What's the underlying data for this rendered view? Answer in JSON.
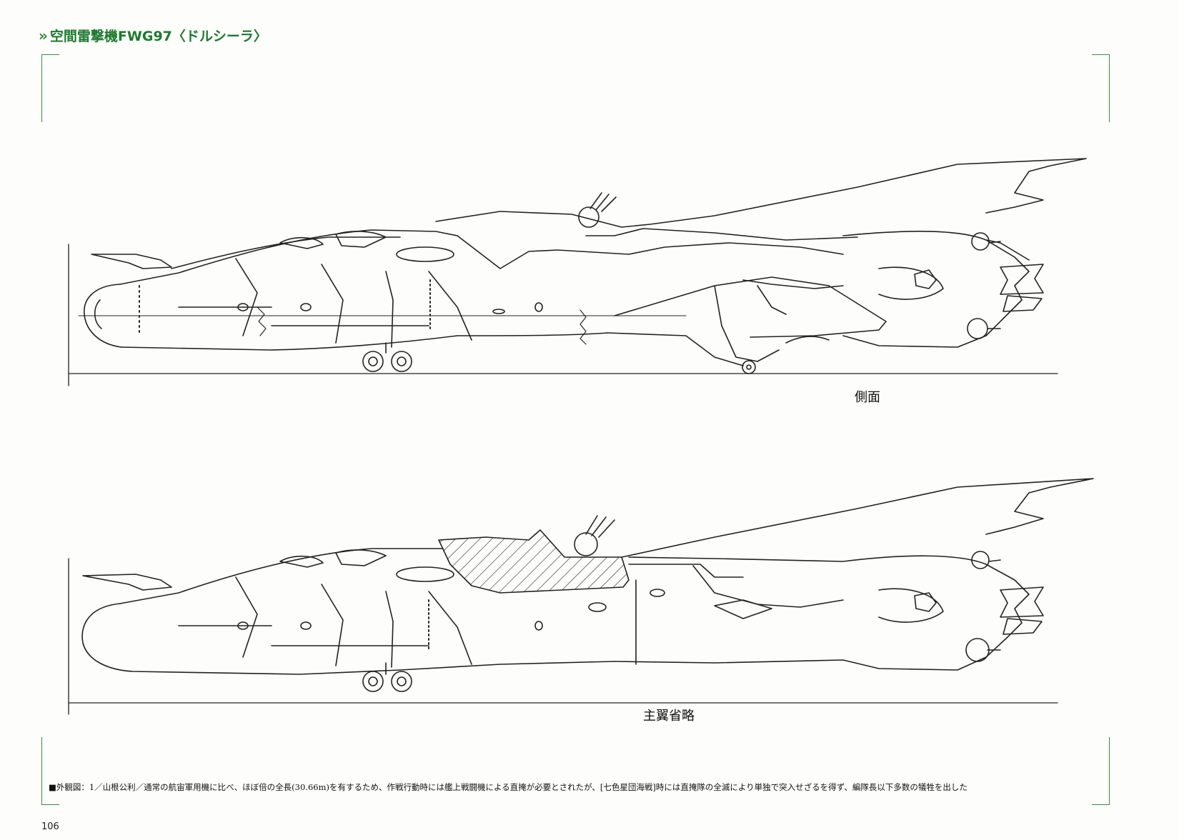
{
  "header": {
    "marker": "»",
    "title": "空間雷撃機FWG97〈ドルシーラ〉"
  },
  "views": {
    "side_caption": "側面",
    "no_wing_caption": "主翼省略"
  },
  "note": {
    "text": "■外観図：1／山根公利／通常の航宙軍用機に比べ、ほぼ倍の全長(30.66m)を有するため、作戦行動時には艦上戦闘機による直掩が必要とされたが、[七色星団海戦]時には直掩隊の全滅により単独で突入せざるを得ず、編隊長以下多数の犠牲を出した"
  },
  "page": {
    "number": "106"
  },
  "colors": {
    "accent_green": "#1d7a2f",
    "ink": "#222222"
  }
}
